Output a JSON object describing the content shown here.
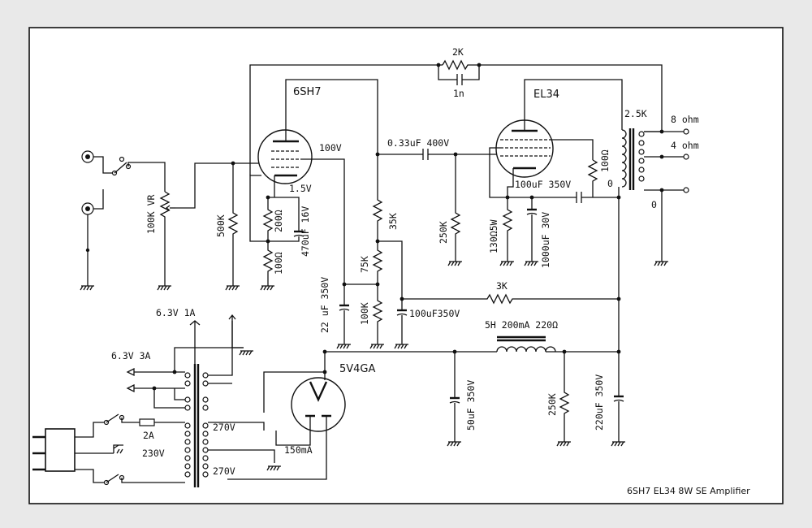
{
  "title": "6SH7   EL34  8W  SE Amplifier",
  "tubes": {
    "driver": "6SH7",
    "output": "EL34",
    "rectifier": "5V4GA"
  },
  "labels": {
    "r_feedback": "2K",
    "c_feedback": "1n",
    "plate_v_driver": "100V",
    "coupling_cap": "0.33uF 400V",
    "opt_primary": "2.5K",
    "tap_8": "8 ohm",
    "tap_4": "4 ohm",
    "tap_0": "0",
    "opt_0": "0",
    "cathode_v_driver": "1.5V",
    "r_cathode_200": "200Ω",
    "c_cathode": "470uF 16V",
    "r_cathode_100": "100Ω",
    "r_grid_500k": "500K",
    "vol_pot": "100K VR",
    "r_plate_35k": "35K",
    "r_screen_75k": "75K",
    "r_screen_100k": "100K",
    "c_decouple_22": "22 uF 350V",
    "c_decouple_100": "100uF350V",
    "r_drop_3k": "3K",
    "r_grid_250k": "250K",
    "r_cathode_130": "130Ω5W",
    "c_cathode_1000": "1000uF 30V",
    "c_screen_100": "100uF 350V",
    "r_screen_100": "100Ω",
    "choke": "5H 200mA  220Ω",
    "heater_1": "6.3V  1A",
    "heater_3": "6.3V 3A",
    "fuse": "2A",
    "mains": "230V",
    "hv_1": "270V",
    "hv_2": "270V",
    "hv_current": "150mA",
    "c_filter_50": "50uF 350V",
    "r_bleed_250k": "250K",
    "c_filter_220": "220uF 350V"
  }
}
